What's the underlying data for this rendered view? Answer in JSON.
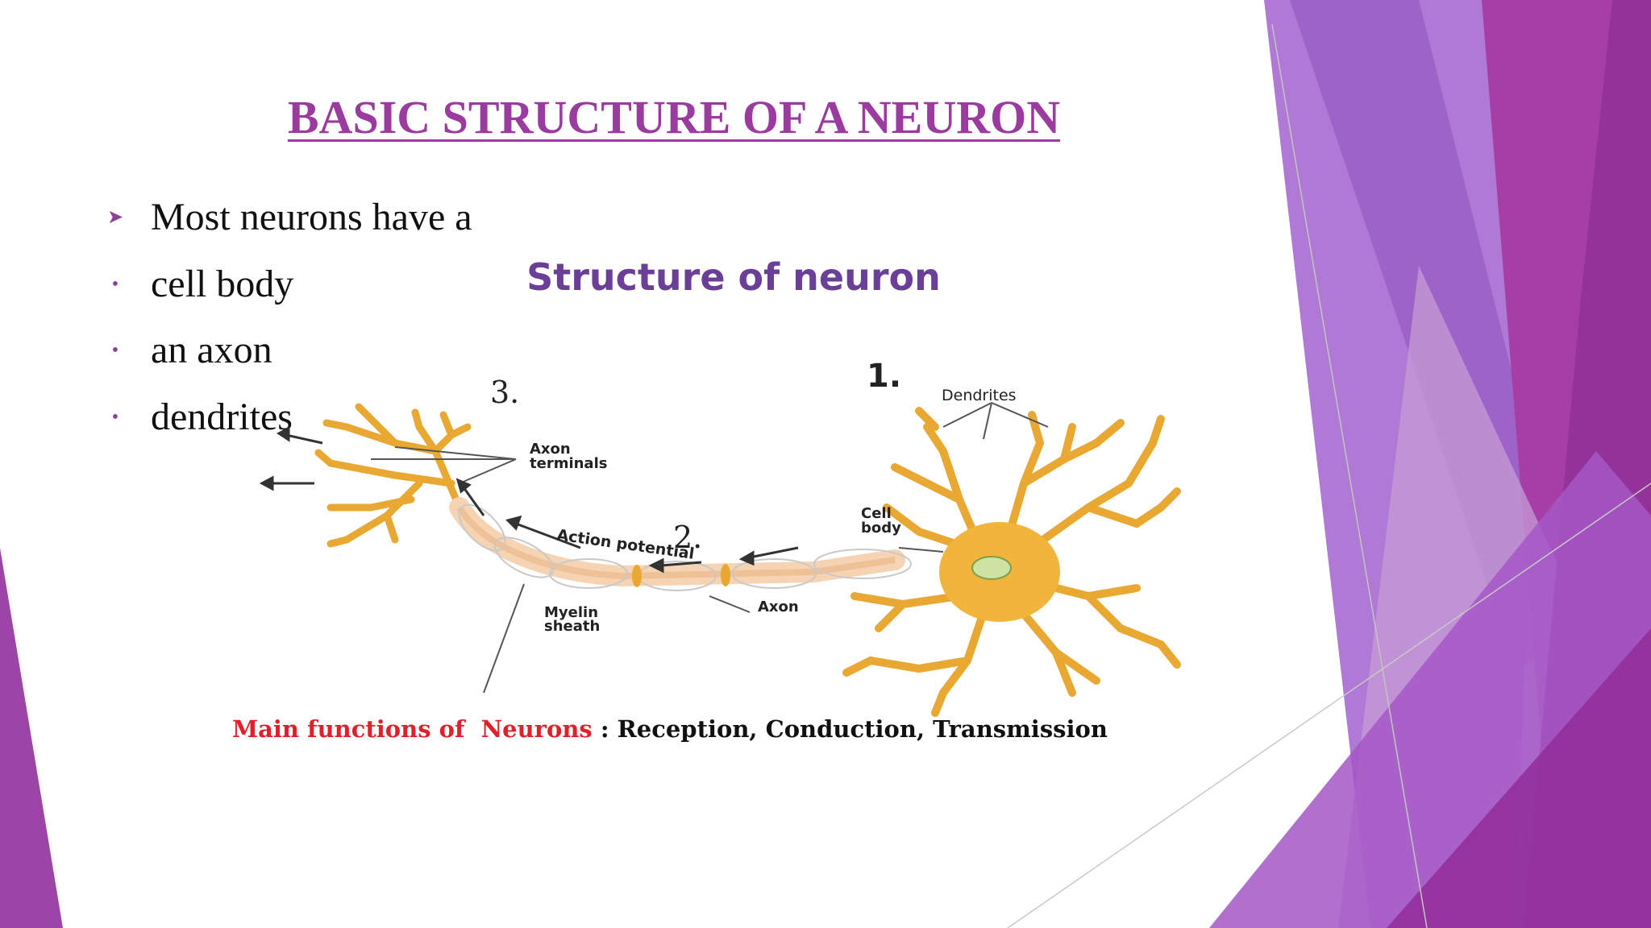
{
  "slide": {
    "title": "BASIC STRUCTURE OF A NEURON",
    "bullets": [
      {
        "marker": "arrow",
        "text": "Most neurons have a"
      },
      {
        "marker": "dot",
        "text": "cell body"
      },
      {
        "marker": "dot",
        "text": "an axon"
      },
      {
        "marker": "dot",
        "text": "dendrites"
      }
    ]
  },
  "figure": {
    "heading": "Structure of neuron",
    "labels": {
      "num1": "1.",
      "num2": "2.",
      "num3": "3.",
      "dendrites": "Dendrites",
      "axon_terminals_1": "Axon",
      "axon_terminals_2": "terminals",
      "cell_body_1": "Cell",
      "cell_body_2": "body",
      "action_potential": "Action potential",
      "axon": "Axon",
      "myelin_1": "Myelin",
      "myelin_2": "sheath"
    },
    "caption": {
      "lead": "Main functions of  Neurons",
      "rest": " : Reception, Conduction, Transmission"
    }
  },
  "colors": {
    "accent": "#9b3ba0",
    "neuron": "#f2b53b",
    "heading": "#6b3f97",
    "caption_red": "#e0202a"
  }
}
